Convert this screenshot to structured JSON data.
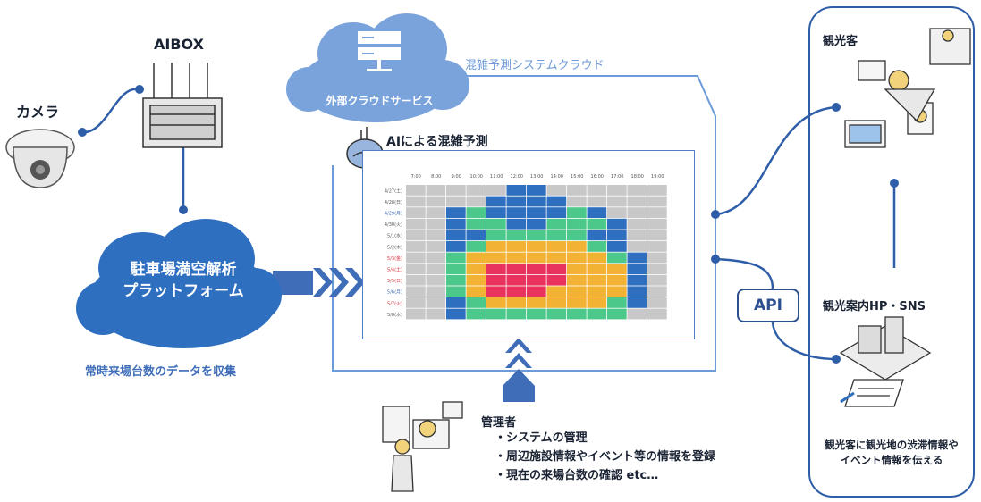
{
  "labels": {
    "camera": "カメラ",
    "aibox": "AIBOX",
    "parking_platform_line1": "駐車場満空解析",
    "parking_platform_line2": "プラットフォーム",
    "collect_caption": "常時来場台数のデータを収集",
    "external_cloud": "外部クラウドサービス",
    "system_cloud": "混雑予測システムクラウド",
    "ai_title": "AIによる混雑予測",
    "api": "API",
    "tourist": "観光客",
    "tourism_hp": "観光案内HP・SNS",
    "tourism_caption_line1": "観光客に観光地の渋滞情報や",
    "tourism_caption_line2": "イベント情報を伝える",
    "manager": "管理者"
  },
  "manager_tasks": [
    "・システムの管理",
    "・周辺施設情報やイベント等の情報を登録",
    "・現在の来場台数の確認 etc…"
  ],
  "heatmap": {
    "hours": [
      "7:00",
      "8:00",
      "9:00",
      "10:00",
      "11:00",
      "12:00",
      "13:00",
      "14:00",
      "15:00",
      "16:00",
      "17:00",
      "18:00",
      "19:00"
    ],
    "days": [
      "4/27(土)",
      "4/28(日)",
      "4/29(月)",
      "4/30(火)",
      "5/1(水)",
      "5/2(木)",
      "5/3(金)",
      "5/4(土)",
      "5/5(日)",
      "5/6(月)",
      "5/7(火)",
      "5/8(水)"
    ],
    "day_colors": [
      "#555555",
      "#555555",
      "#3f6db8",
      "#555555",
      "#555555",
      "#555555",
      "#d9303a",
      "#d9303a",
      "#d9303a",
      "#3f6db8",
      "#d9303a",
      "#555555"
    ],
    "levels": [
      [
        0,
        0,
        0,
        0,
        0,
        1,
        1,
        0,
        0,
        0,
        0,
        0,
        0
      ],
      [
        0,
        0,
        0,
        0,
        1,
        1,
        1,
        1,
        0,
        0,
        0,
        0,
        0
      ],
      [
        0,
        0,
        1,
        2,
        1,
        1,
        1,
        1,
        2,
        1,
        0,
        0,
        0
      ],
      [
        0,
        0,
        1,
        2,
        2,
        1,
        1,
        2,
        2,
        2,
        1,
        0,
        0
      ],
      [
        0,
        0,
        1,
        1,
        2,
        2,
        2,
        2,
        2,
        1,
        1,
        0,
        0
      ],
      [
        0,
        0,
        1,
        2,
        3,
        3,
        3,
        3,
        3,
        2,
        1,
        0,
        0
      ],
      [
        0,
        0,
        2,
        3,
        3,
        3,
        3,
        3,
        3,
        3,
        2,
        1,
        0
      ],
      [
        0,
        0,
        2,
        3,
        4,
        4,
        4,
        4,
        3,
        3,
        3,
        1,
        0
      ],
      [
        0,
        0,
        2,
        3,
        4,
        4,
        4,
        4,
        3,
        3,
        3,
        1,
        0
      ],
      [
        0,
        0,
        2,
        3,
        4,
        4,
        4,
        3,
        3,
        3,
        3,
        1,
        0
      ],
      [
        0,
        0,
        1,
        2,
        3,
        3,
        3,
        3,
        3,
        3,
        2,
        1,
        0
      ],
      [
        0,
        0,
        1,
        2,
        2,
        2,
        2,
        2,
        2,
        2,
        2,
        0,
        0
      ]
    ],
    "level_colors": [
      "#c8c8c8",
      "#2f6fc0",
      "#4cc98a",
      "#f2b233",
      "#e8335e"
    ]
  }
}
